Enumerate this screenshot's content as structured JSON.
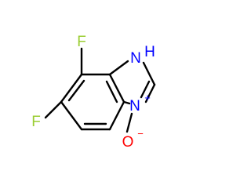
{
  "structure": {
    "atoms": {
      "fluorine_top": {
        "label": "F",
        "color": "#9acd32"
      },
      "fluorine_left": {
        "label": "F",
        "color": "#9acd32"
      },
      "nitrogen_h": {
        "label": "N",
        "hydrogen": "H",
        "color": "#0000ff"
      },
      "nitrogen_oxide": {
        "label": "N",
        "charge": "+",
        "color": "#0000ff"
      },
      "oxygen": {
        "label": "O",
        "charge": "−",
        "color": "#ff0000"
      }
    },
    "bond_color": "#000000"
  }
}
